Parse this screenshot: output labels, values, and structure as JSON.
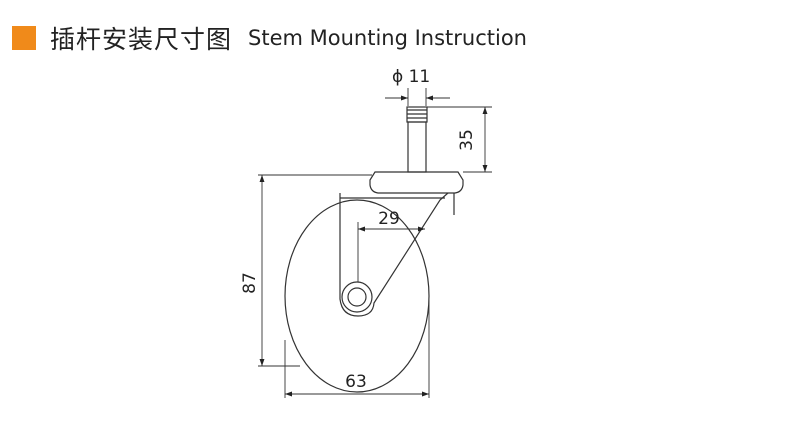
{
  "header": {
    "title_cn": "插杆安装尺寸图",
    "title_en": "Stem Mounting Instruction",
    "accent_color": "#f08a1a"
  },
  "dimensions": {
    "stem_diameter": "ϕ 11",
    "stem_height": "35",
    "swivel_offset": "29",
    "overall_height": "87",
    "wheel_diameter": "63"
  }
}
